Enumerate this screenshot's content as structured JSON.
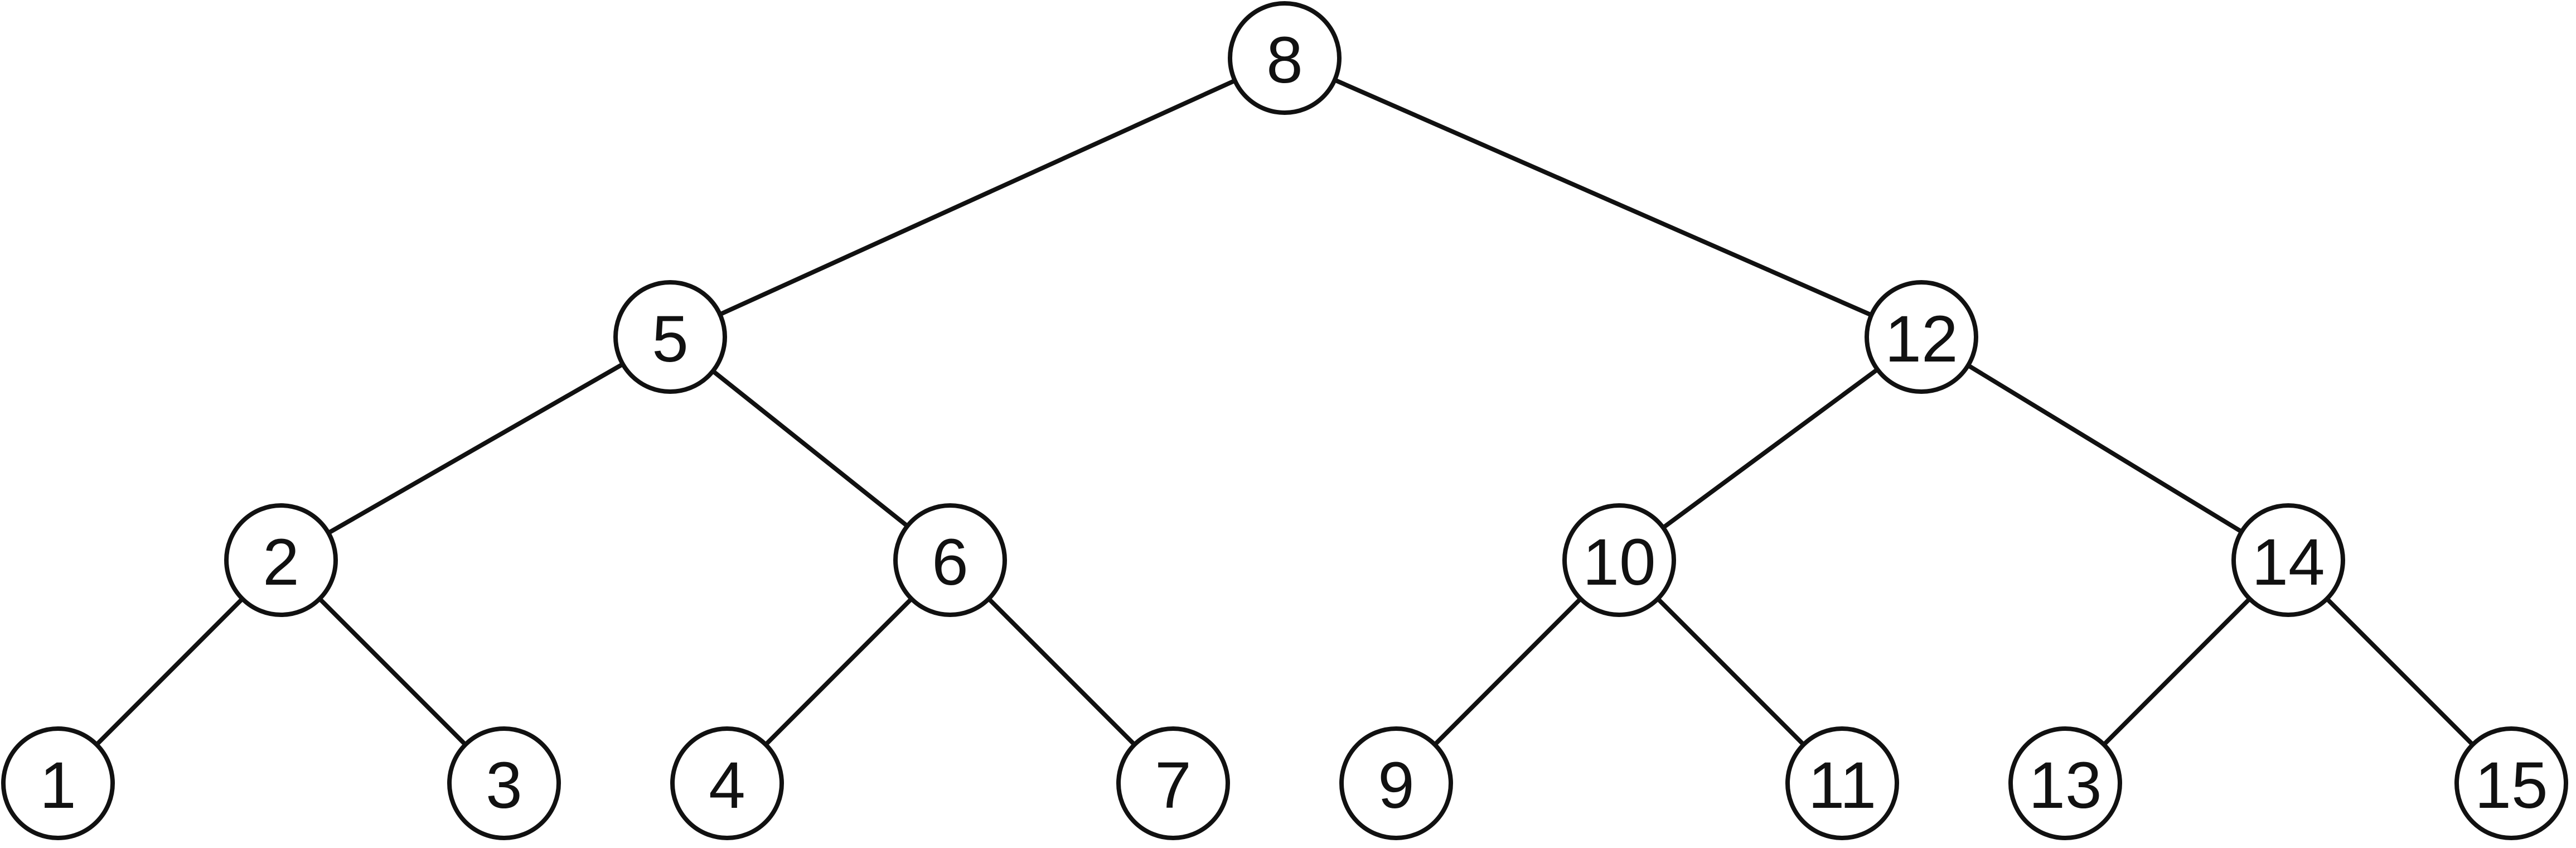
{
  "tree": {
    "nodes": [
      {
        "id": "n8",
        "label": "8"
      },
      {
        "id": "n5",
        "label": "5"
      },
      {
        "id": "n12",
        "label": "12"
      },
      {
        "id": "n2",
        "label": "2"
      },
      {
        "id": "n6",
        "label": "6"
      },
      {
        "id": "n10",
        "label": "10"
      },
      {
        "id": "n14",
        "label": "14"
      },
      {
        "id": "n1",
        "label": "1"
      },
      {
        "id": "n3",
        "label": "3"
      },
      {
        "id": "n4",
        "label": "4"
      },
      {
        "id": "n7",
        "label": "7"
      },
      {
        "id": "n9",
        "label": "9"
      },
      {
        "id": "n11",
        "label": "11"
      },
      {
        "id": "n13",
        "label": "13"
      },
      {
        "id": "n15",
        "label": "15"
      }
    ],
    "edges": [
      {
        "from": "n8",
        "to": "n5"
      },
      {
        "from": "n8",
        "to": "n12"
      },
      {
        "from": "n5",
        "to": "n2"
      },
      {
        "from": "n5",
        "to": "n6"
      },
      {
        "from": "n12",
        "to": "n10"
      },
      {
        "from": "n12",
        "to": "n14"
      },
      {
        "from": "n2",
        "to": "n1"
      },
      {
        "from": "n2",
        "to": "n3"
      },
      {
        "from": "n6",
        "to": "n4"
      },
      {
        "from": "n6",
        "to": "n7"
      },
      {
        "from": "n10",
        "to": "n9"
      },
      {
        "from": "n10",
        "to": "n11"
      },
      {
        "from": "n14",
        "to": "n13"
      },
      {
        "from": "n14",
        "to": "n15"
      }
    ]
  }
}
